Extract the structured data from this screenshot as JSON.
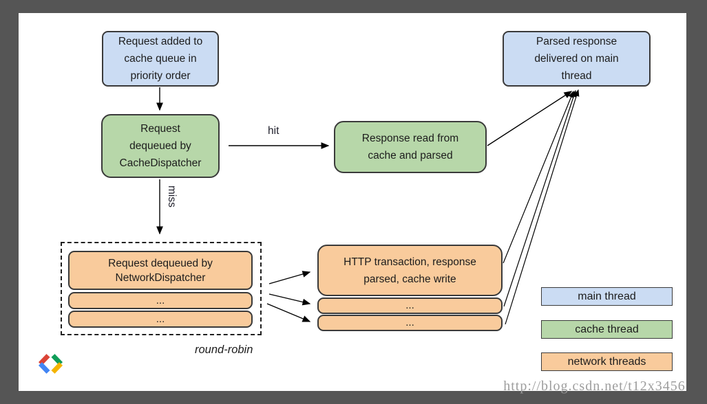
{
  "nodes": {
    "request_added": {
      "label": "Request added to\ncache queue in\npriority order"
    },
    "cache_dispatcher": {
      "label": "Request\ndequeued by\nCacheDispatcher"
    },
    "cache_read": {
      "label": "Response read from\ncache and parsed"
    },
    "parsed_delivered": {
      "label": "Parsed response\ndelivered on main\nthread"
    },
    "network_dispatcher": {
      "label": "Request dequeued by\nNetworkDispatcher"
    },
    "network_queue_2": {
      "label": "..."
    },
    "network_queue_3": {
      "label": "..."
    },
    "http_transaction": {
      "label": "HTTP transaction, response\nparsed, cache write"
    },
    "http_transaction_2": {
      "label": "..."
    },
    "http_transaction_3": {
      "label": "..."
    }
  },
  "edge_labels": {
    "hit": "hit",
    "miss": "miss",
    "round_robin": "round-robin"
  },
  "legend": {
    "items": [
      {
        "label": "main thread",
        "color": "#cbdcf3"
      },
      {
        "label": "cache thread",
        "color": "#b7d7a9"
      },
      {
        "label": "network threads",
        "color": "#f9cb9c"
      }
    ]
  },
  "colors": {
    "main_thread_fill": "#cbdcf3",
    "cache_thread_fill": "#b7d7a9",
    "network_thread_fill": "#f9cb9c",
    "node_border": "#3a3a3a",
    "frame": "#555555",
    "logo_red": "#db4437",
    "logo_blue": "#4285f4",
    "logo_green": "#0f9d58",
    "logo_yellow": "#f4b400"
  },
  "watermark": {
    "text": "http://blog.csdn.net/t12x3456"
  },
  "logo": {
    "name": "google-developers-logo"
  }
}
